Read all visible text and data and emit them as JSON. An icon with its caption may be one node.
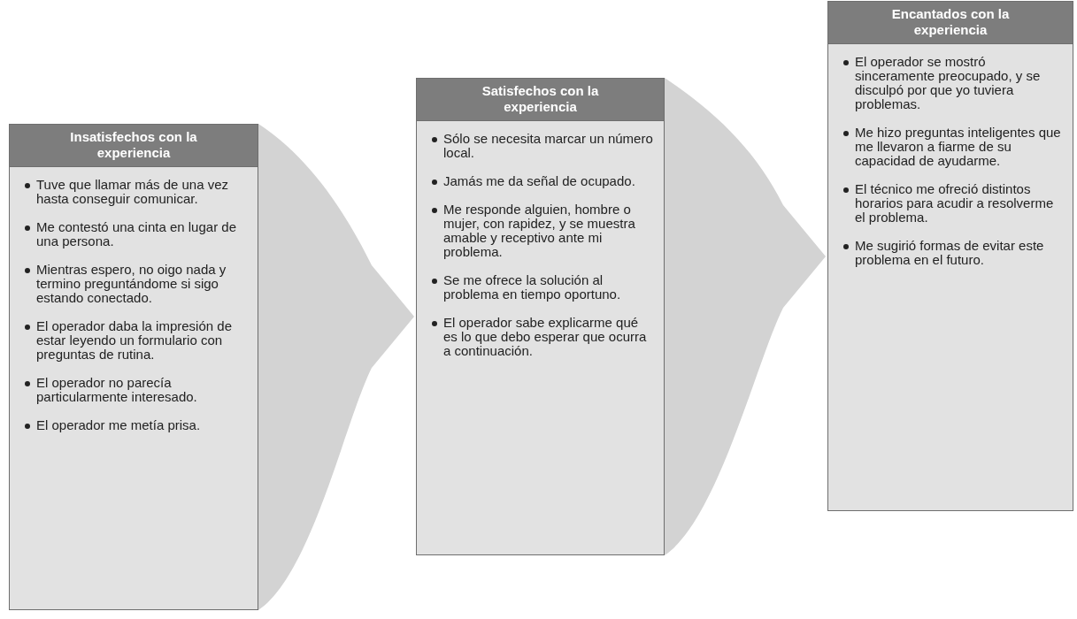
{
  "diagram": {
    "nodes": [
      {
        "text": [
          "Insatisfechos con la experiencia",
          "Tuve que llamar más de una vez hasta conseguir comunicar.",
          "Me contestó una cinta en lugar de una persona.",
          "Mientras espero, no oigo nada y termino preguntándome si sigo estando conectado.",
          "El operador daba la impresión de estar leyendo un formulario con preguntas de rutina.",
          "El operador no parecía particularmente interesado.",
          "El operador me metía prisa."
        ]
      },
      {
        "text": [
          "Satisfechos con la experiencia",
          "Sólo se necesita marcar un número local.",
          "Jamás me da señal de ocupado.",
          "Me responde alguien, hombre o mujer, con rapidez, y se muestra amable y receptivo ante mi problema.",
          "Se me ofrece la solución al problema en tiempo oportuno.",
          "El operador sabe explicarme qué es lo que debo esperar que ocurra a continuación."
        ]
      },
      {
        "text": [
          "Encantados con la experiencia",
          "El operador se mostró sinceramente preocupado, y se disculpó por que yo tuviera problemas.",
          "Me hizo preguntas inteligentes que me llevaron a fiarme de su capacidad de ayudarme.",
          "El técnico me ofreció distintos horarios para acudir a resolverme el problema.",
          "Me sugirió formas de evitar este problema en el futuro."
        ]
      }
    ],
    "edges": [
      {
        "from": 0,
        "to": 1,
        "arrow": "to"
      },
      {
        "from": 1,
        "to": 2,
        "arrow": "to"
      }
    ]
  }
}
